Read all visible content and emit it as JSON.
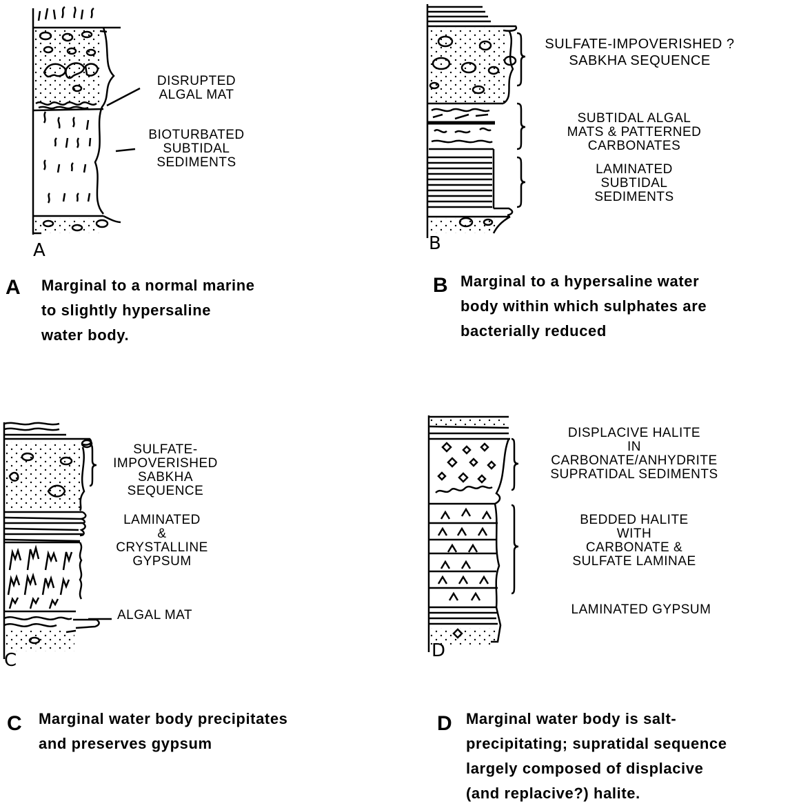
{
  "panels": {
    "a": {
      "letter": "A",
      "caption_letter": "A",
      "caption": "Marginal to a normal marine\nto slightly hypersaline\nwater body.",
      "labels": [
        "DISRUPTED\nALGAL MAT",
        "BIOTURBATED\nSUBTIDAL\nSEDIMENTS"
      ]
    },
    "b": {
      "letter": "B",
      "caption_letter": "B",
      "caption": "Marginal to a hypersaline water\nbody within which sulphates are\nbacterially reduced",
      "labels": [
        "SULFATE-IMPOVERISHED ?\nSABKHA SEQUENCE",
        "SUBTIDAL ALGAL\nMATS & PATTERNED\nCARBONATES",
        "LAMINATED\nSUBTIDAL\nSEDIMENTS"
      ]
    },
    "c": {
      "letter": "C",
      "caption_letter": "C",
      "caption": "Marginal water body precipitates\nand preserves gypsum",
      "labels": [
        "SULFATE-\nIMPOVERISHED\nSABKHA\nSEQUENCE",
        "LAMINATED\n&\nCRYSTALLINE\nGYPSUM",
        "ALGAL MAT"
      ]
    },
    "d": {
      "letter": "D",
      "caption_letter": "D",
      "caption": "Marginal water body is salt-\nprecipitating; supratidal sequence\nlargely composed of displacive\n(and replacive?) halite.",
      "labels": [
        "DISPLACIVE HALITE\nIN\nCARBONATE/ANHYDRITE\nSUPRATIDAL SEDIMENTS",
        "BEDDED HALITE\nWITH\nCARBONATE &\nSULFATE LAMINAE",
        "LAMINATED GYPSUM"
      ]
    }
  }
}
